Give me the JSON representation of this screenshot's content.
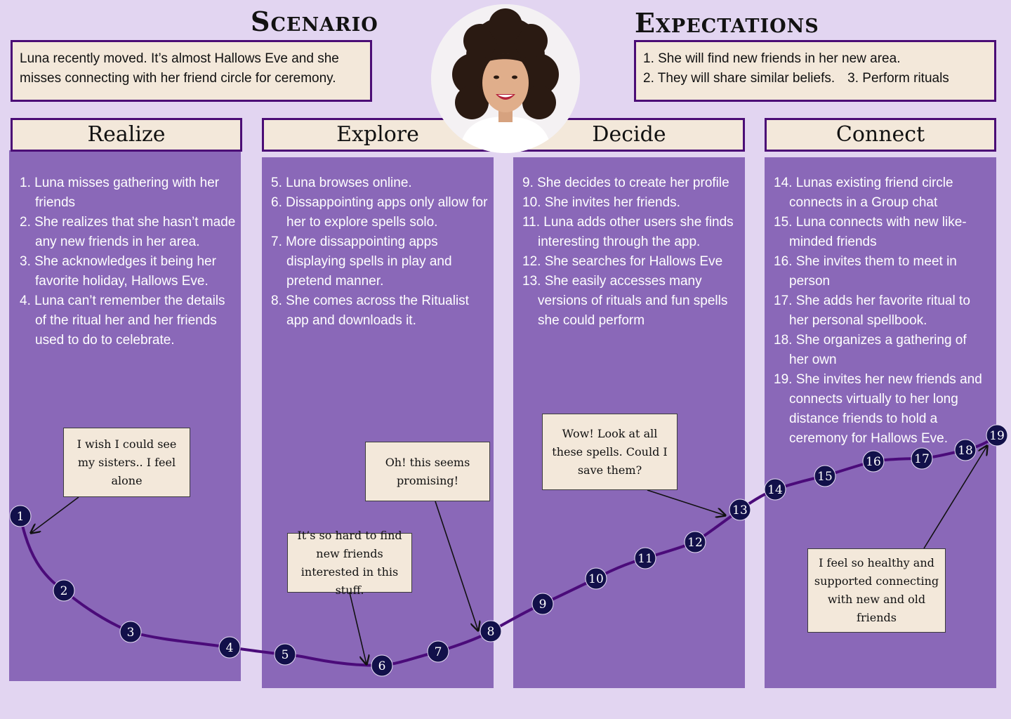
{
  "scenario": {
    "heading": "Scenario",
    "lines": [
      "Luna recently moved. It’s almost Hallows Eve and she",
      "misses connecting with her friend circle for ceremony."
    ]
  },
  "expectations": {
    "heading": "Expectations",
    "line1": "1. She will find new friends in her new area.",
    "line2a": "2. They will share similar beliefs.",
    "line2b": "3. Perform rituals"
  },
  "stages": [
    {
      "title": "Realize",
      "steps": [
        "1.  Luna misses gathering with her friends",
        "2.  She realizes that she hasn’t made any new friends in her area.",
        "3.  She acknowledges it being her favorite holiday, Hallows Eve.",
        "4. Luna can’t remember the details of the ritual her and her friends used to do to celebrate."
      ]
    },
    {
      "title": "Explore",
      "steps": [
        "5. Luna browses online.",
        "6. Dissappointing  apps only allow for her to explore spells solo.",
        "7. More dissappointing apps displaying spells in play and pretend manner.",
        "8. She comes across the Ritualist app and downloads it."
      ]
    },
    {
      "title": "Decide",
      "steps": [
        "9. She decides to create her profile",
        "10. She invites her friends.",
        "11. Luna adds other users she finds interesting through the app.",
        "12. She searches for Hallows Eve",
        "13. She easily accesses many versions of rituals and fun spells she could perform"
      ]
    },
    {
      "title": "Connect",
      "steps": [
        "14. Lunas existing friend circle connects in a Group chat",
        "15. Luna connects with new like-minded friends",
        "16. She invites them to meet in person",
        "17. She adds her favorite ritual to her personal spellbook.",
        "18. She organizes a gathering of her own",
        "19. She invites her new friends and connects virtually to her long distance friends to hold a ceremony for Hallows Eve."
      ]
    }
  ],
  "quotes": {
    "q1": "I wish I could see my sisters.. I feel alone",
    "q2": "It’s so hard to find new friends interested in this stuff.",
    "q3": "Oh! this seems promising!",
    "q4": "Wow! Look at all these spells. Could I save them?",
    "q5": "I feel so healthy and supported connecting with new and old friends"
  },
  "journey_points": [
    "1",
    "2",
    "3",
    "4",
    "5",
    "6",
    "7",
    "8",
    "9",
    "10",
    "11",
    "12",
    "13",
    "14",
    "15",
    "16",
    "17",
    "18",
    "19"
  ],
  "colors": {
    "background": "#e2d5f1",
    "column": "#8a68b8",
    "border": "#4b0d76",
    "card": "#f3e8da",
    "marker": "#12104a",
    "line": "#4b0b7a"
  }
}
